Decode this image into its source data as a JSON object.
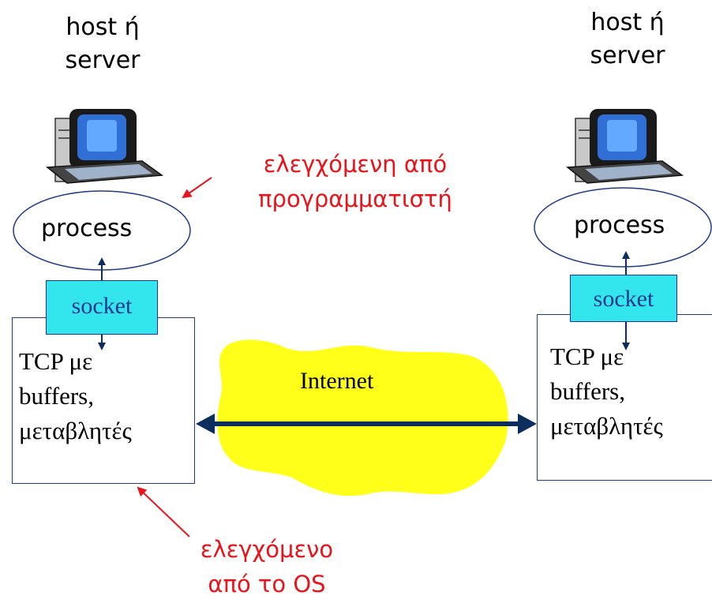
{
  "left": {
    "host_line1": "host ή",
    "host_line2": "server",
    "process": "process",
    "socket": "socket",
    "tcp_line1": "TCP με",
    "tcp_line2": "buffers,",
    "tcp_line3": "μεταβλητές"
  },
  "right": {
    "host_line1": "host ή",
    "host_line2": "server",
    "process": "process",
    "socket": "socket",
    "tcp_line1": "TCP με",
    "tcp_line2": "buffers,",
    "tcp_line3": "μεταβλητές"
  },
  "internet": "Internet",
  "annotations": {
    "programmer_line1": "ελεγχόμενη από",
    "programmer_line2": "προγραμματιστή",
    "os_line1": "ελεγχόμενο",
    "os_line2": "από το OS"
  },
  "colors": {
    "annotation": "#e8141c",
    "socket_fill": "#33e6ee",
    "cloud_fill": "#ffff1a",
    "arrow": "#0b2e5e"
  }
}
